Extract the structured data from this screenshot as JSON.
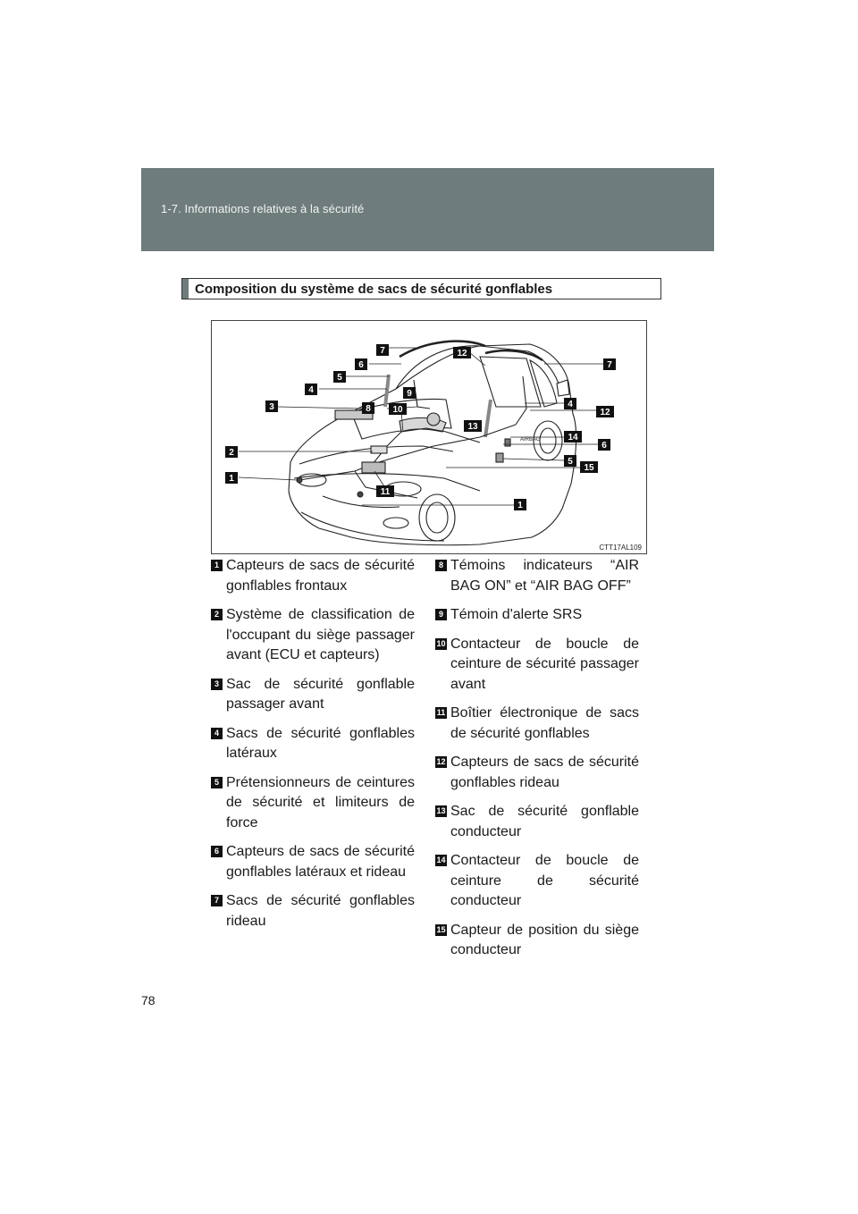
{
  "header": {
    "section": "1-7. Informations relatives à la sécurité"
  },
  "section_title": "Composition du système de sacs de sécurité gonflables",
  "figure": {
    "code": "CTT17AL109",
    "callouts_left": [
      "7",
      "6",
      "5",
      "4",
      "3",
      "8",
      "9",
      "10",
      "2",
      "1",
      "11"
    ],
    "callouts_right": [
      "12",
      "7",
      "4",
      "12",
      "13",
      "14",
      "6",
      "5",
      "15",
      "1"
    ],
    "dashboard_label": "AIRBAG"
  },
  "items_left": [
    {
      "num": "1",
      "text": "Capteurs de sacs de sécurité gonflables frontaux"
    },
    {
      "num": "2",
      "text": "Système de classification de l'occupant du siège passager avant (ECU et capteurs)"
    },
    {
      "num": "3",
      "text": "Sac de sécurité gonflable passager avant"
    },
    {
      "num": "4",
      "text": "Sacs de sécurité gonflables latéraux"
    },
    {
      "num": "5",
      "text": "Prétensionneurs de ceintures de sécurité et limiteurs de force"
    },
    {
      "num": "6",
      "text": "Capteurs de sacs de sécurité gonflables latéraux et rideau"
    },
    {
      "num": "7",
      "text": "Sacs de sécurité gonflables rideau"
    }
  ],
  "items_right": [
    {
      "num": "8",
      "text": "Témoins indicateurs “AIR BAG ON” et “AIR BAG OFF”"
    },
    {
      "num": "9",
      "text": "Témoin d'alerte SRS"
    },
    {
      "num": "10",
      "text": "Contacteur de boucle de ceinture de sécurité passager avant"
    },
    {
      "num": "11",
      "text": "Boîtier électronique de sacs de sécurité gonflables"
    },
    {
      "num": "12",
      "text": "Capteurs de sacs de sécurité gonflables rideau"
    },
    {
      "num": "13",
      "text": "Sac de sécurité gonflable conducteur"
    },
    {
      "num": "14",
      "text": "Contacteur de boucle de ceinture de sécurité conducteur"
    },
    {
      "num": "15",
      "text": "Capteur de position du siège conducteur"
    }
  ],
  "page_number": "78"
}
